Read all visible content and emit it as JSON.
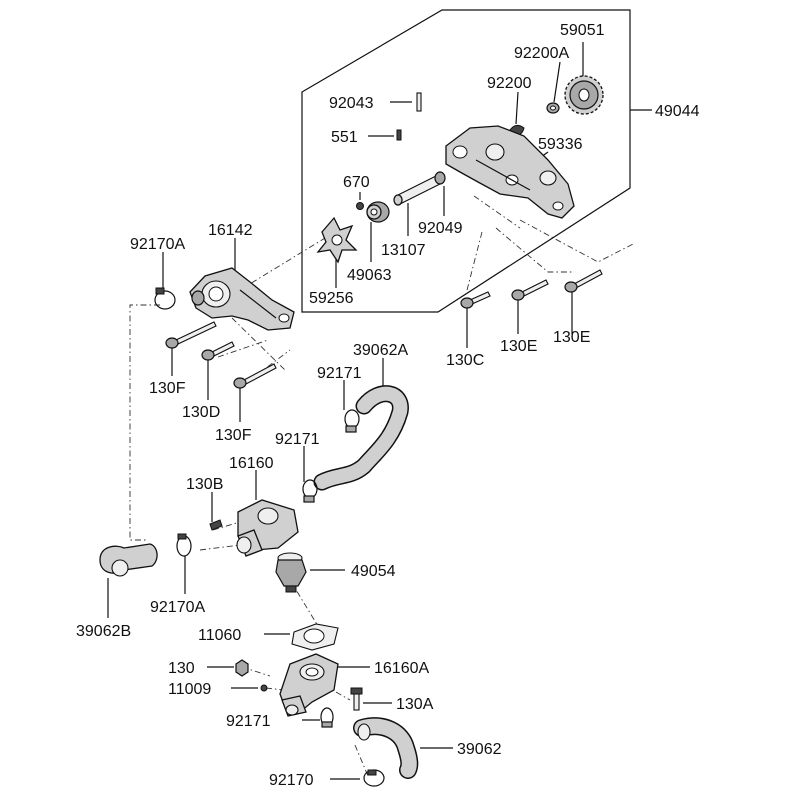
{
  "labels": {
    "p59051": "59051",
    "p92200A": "92200A",
    "p92200": "92200",
    "p92043": "92043",
    "p49044": "49044",
    "p551": "551",
    "p59336": "59336",
    "p670": "670",
    "p92049": "92049",
    "p13107": "13107",
    "p49063": "49063",
    "p59256": "59256",
    "p92170A_top": "92170A",
    "p16142": "16142",
    "p130C": "130C",
    "p130E_1": "130E",
    "p130E_2": "130E",
    "p39062A": "39062A",
    "p92171_1": "92171",
    "p130F_1": "130F",
    "p130D": "130D",
    "p130F_2": "130F",
    "p92171_2": "92171",
    "p16160": "16160",
    "p130B": "130B",
    "p49054": "49054",
    "p39062B": "39062B",
    "p92170A_bot": "92170A",
    "p11060": "11060",
    "p130": "130",
    "p16160A": "16160A",
    "p11009": "11009",
    "p130A": "130A",
    "p92171_3": "92171",
    "p39062": "39062",
    "p92170": "92170"
  }
}
